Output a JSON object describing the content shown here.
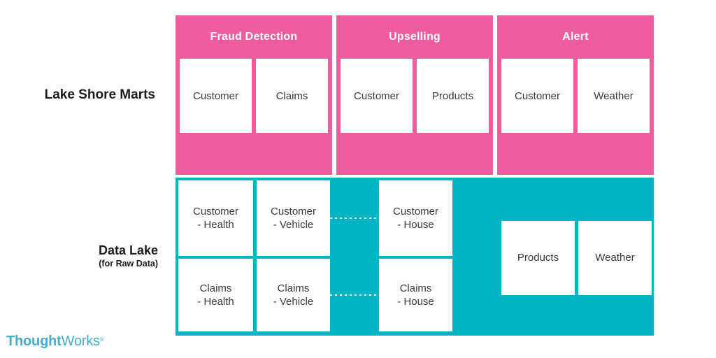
{
  "palette": {
    "pink": "#ee5c9d",
    "cyan": "#00b4c6",
    "box_text": "#3a3a3a",
    "label_text": "#1c1c1c",
    "logo_teal": "#44adca",
    "box_fill": "#ffffff"
  },
  "side_labels": {
    "marts": "Lake Shore Marts",
    "lake_title": "Data Lake",
    "lake_subtitle": "(for Raw Data)"
  },
  "marts": {
    "groups": [
      {
        "title": "Fraud Detection",
        "boxes": [
          "Customer",
          "Claims"
        ]
      },
      {
        "title": "Upselling",
        "boxes": [
          "Customer",
          "Products"
        ]
      },
      {
        "title": "Alert",
        "boxes": [
          "Customer",
          "Weather"
        ]
      }
    ]
  },
  "lake": {
    "boxes": [
      {
        "line1": "Customer",
        "line2": "- Health"
      },
      {
        "line1": "Customer",
        "line2": "- Vehicle"
      },
      {
        "line1": "Customer",
        "line2": "- House"
      },
      {
        "line1": "Claims",
        "line2": "- Health"
      },
      {
        "line1": "Claims",
        "line2": "- Vehicle"
      },
      {
        "line1": "Claims",
        "line2": "- House"
      }
    ],
    "side_boxes": [
      "Products",
      "Weather"
    ]
  },
  "logo": {
    "bold": "Thought",
    "regular": "Works",
    "mark": "®"
  }
}
